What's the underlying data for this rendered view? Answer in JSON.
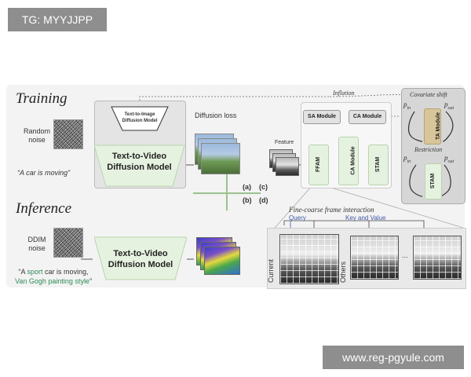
{
  "watermark_top": "TG: MYYJJPP",
  "watermark_bottom": "www.reg-pgyule.com",
  "training": {
    "title": "Training",
    "noise_label": "Random noise",
    "prompt": "“A car is moving”",
    "t2i_model": "Text-to-Image Diffusion Model",
    "t2v_model": "Text-to-Video Diffusion Model",
    "loss_label": "Diffusion loss",
    "inflation_label": "Inflation",
    "feature_label": "Feature",
    "sa_module": "SA Module",
    "ca_module_top": "CA Module",
    "ffam": "FFAM",
    "ca_module": "CA Module",
    "stam": "STAM"
  },
  "covariate": {
    "title": "Covariate shift",
    "p_in": "p",
    "p_in_sub": "in",
    "p_out": "p",
    "p_out_sub": "out",
    "module": "TA Module"
  },
  "restriction": {
    "title": "Restriction",
    "p_in": "p",
    "p_in_sub": "in",
    "p_out": "p",
    "p_out_sub": "out",
    "module": "STAM"
  },
  "quadrants": {
    "a": "(a)",
    "b": "(b)",
    "c": "(c)",
    "d": "(d)"
  },
  "inference": {
    "title": "Inference",
    "noise_label": "DDIM noise",
    "prompt_open": "“A ",
    "prompt_sport": "sport",
    "prompt_mid": " car is moving,",
    "prompt_style": "Van Gogh painting style",
    "prompt_close": "”",
    "t2v_model": "Text-to-Video Diffusion Model"
  },
  "interaction": {
    "title": "Fine-coarse frame interaction",
    "query": "Query",
    "key_value": "Key and Value",
    "current": "Current",
    "others": "Others",
    "ellipsis": "..."
  },
  "colors": {
    "accent_green": "#2e8b57",
    "module_green": "#e6f2e0",
    "ta_module": "#d8c59a",
    "query_blue": "#3d5aa8"
  }
}
